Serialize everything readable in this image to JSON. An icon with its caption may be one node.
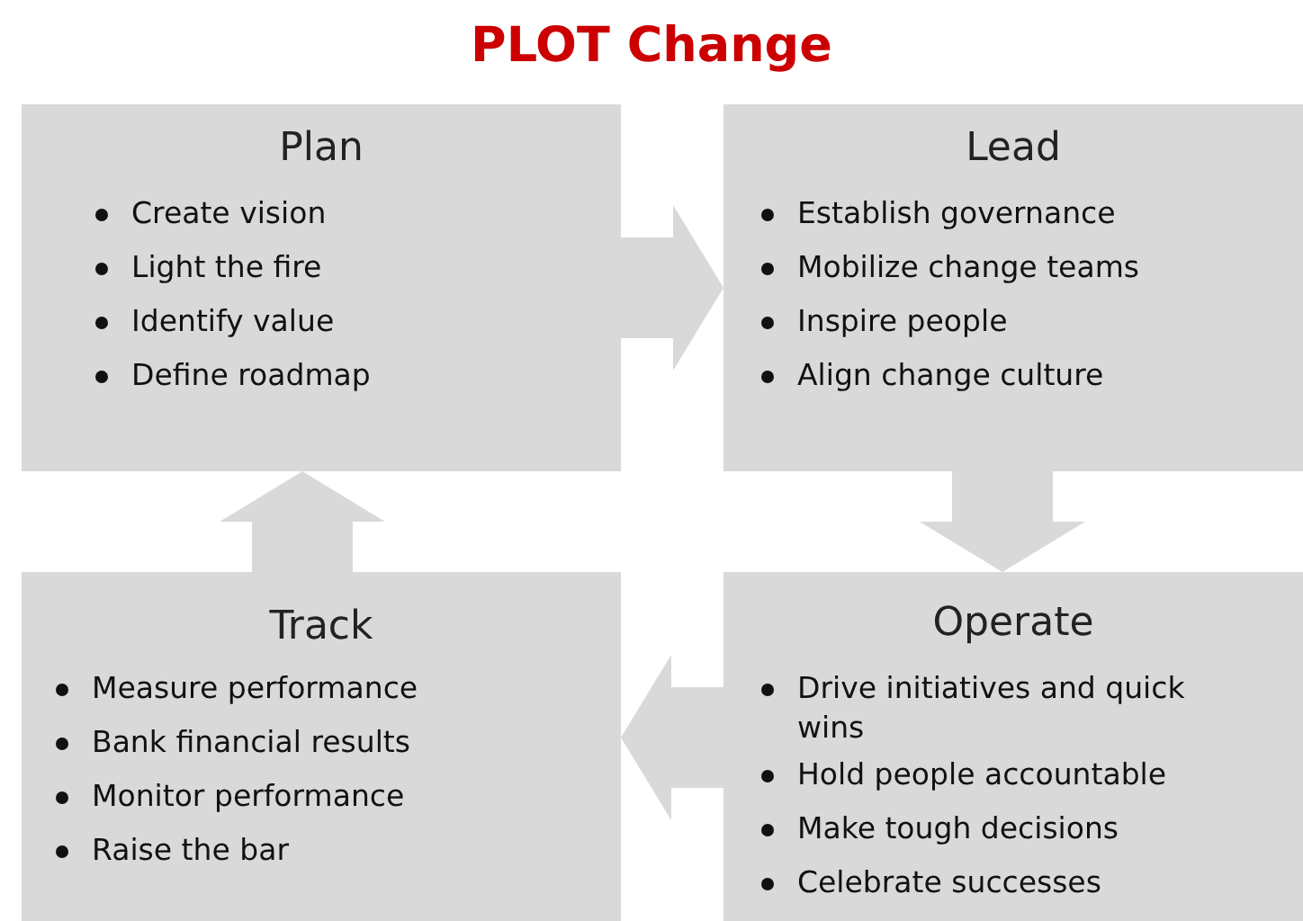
{
  "diagram": {
    "title": "PLOT Change",
    "nodes": [
      {
        "text": [
          "Plan",
          "Create vision",
          "Light the fire",
          "Identify value",
          "Define roadmap"
        ]
      },
      {
        "text": [
          "Lead",
          "Establish governance",
          "Mobilize change teams",
          "Inspire people",
          "Align change culture"
        ]
      },
      {
        "text": [
          "Track",
          "Measure performance",
          "Bank financial results",
          "Monitor performance",
          "Raise the bar"
        ]
      },
      {
        "text": [
          "Operate",
          "Drive initiatives and quick wins",
          "Hold people accountable",
          "Make tough decisions",
          "Celebrate successes"
        ]
      }
    ],
    "edges": [
      {
        "from": 0,
        "to": 1,
        "arrow": "to"
      },
      {
        "from": 1,
        "to": 3,
        "arrow": "to"
      },
      {
        "from": 3,
        "to": 2,
        "arrow": "to"
      },
      {
        "from": 2,
        "to": 0,
        "arrow": "to"
      }
    ]
  }
}
